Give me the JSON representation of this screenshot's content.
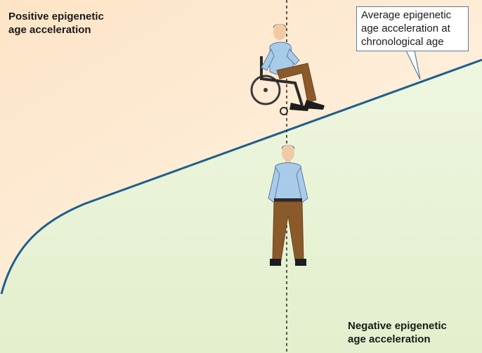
{
  "labels": {
    "positive": "Positive epigenetic\nage acceleration",
    "negative": "Negative epigenetic\nage acceleration",
    "callout": "Average epigenetic\nage acceleration at\nchronological age"
  },
  "icons": {
    "wheelchair_person": "person-in-wheelchair-icon",
    "standing_person": "standing-person-icon"
  },
  "colors": {
    "upper_region": "#fde8cf",
    "lower_region": "#e9f2d6",
    "trend_line": "#1f5f8b",
    "divider": "#333333",
    "callout_border": "#5a7d9a"
  }
}
